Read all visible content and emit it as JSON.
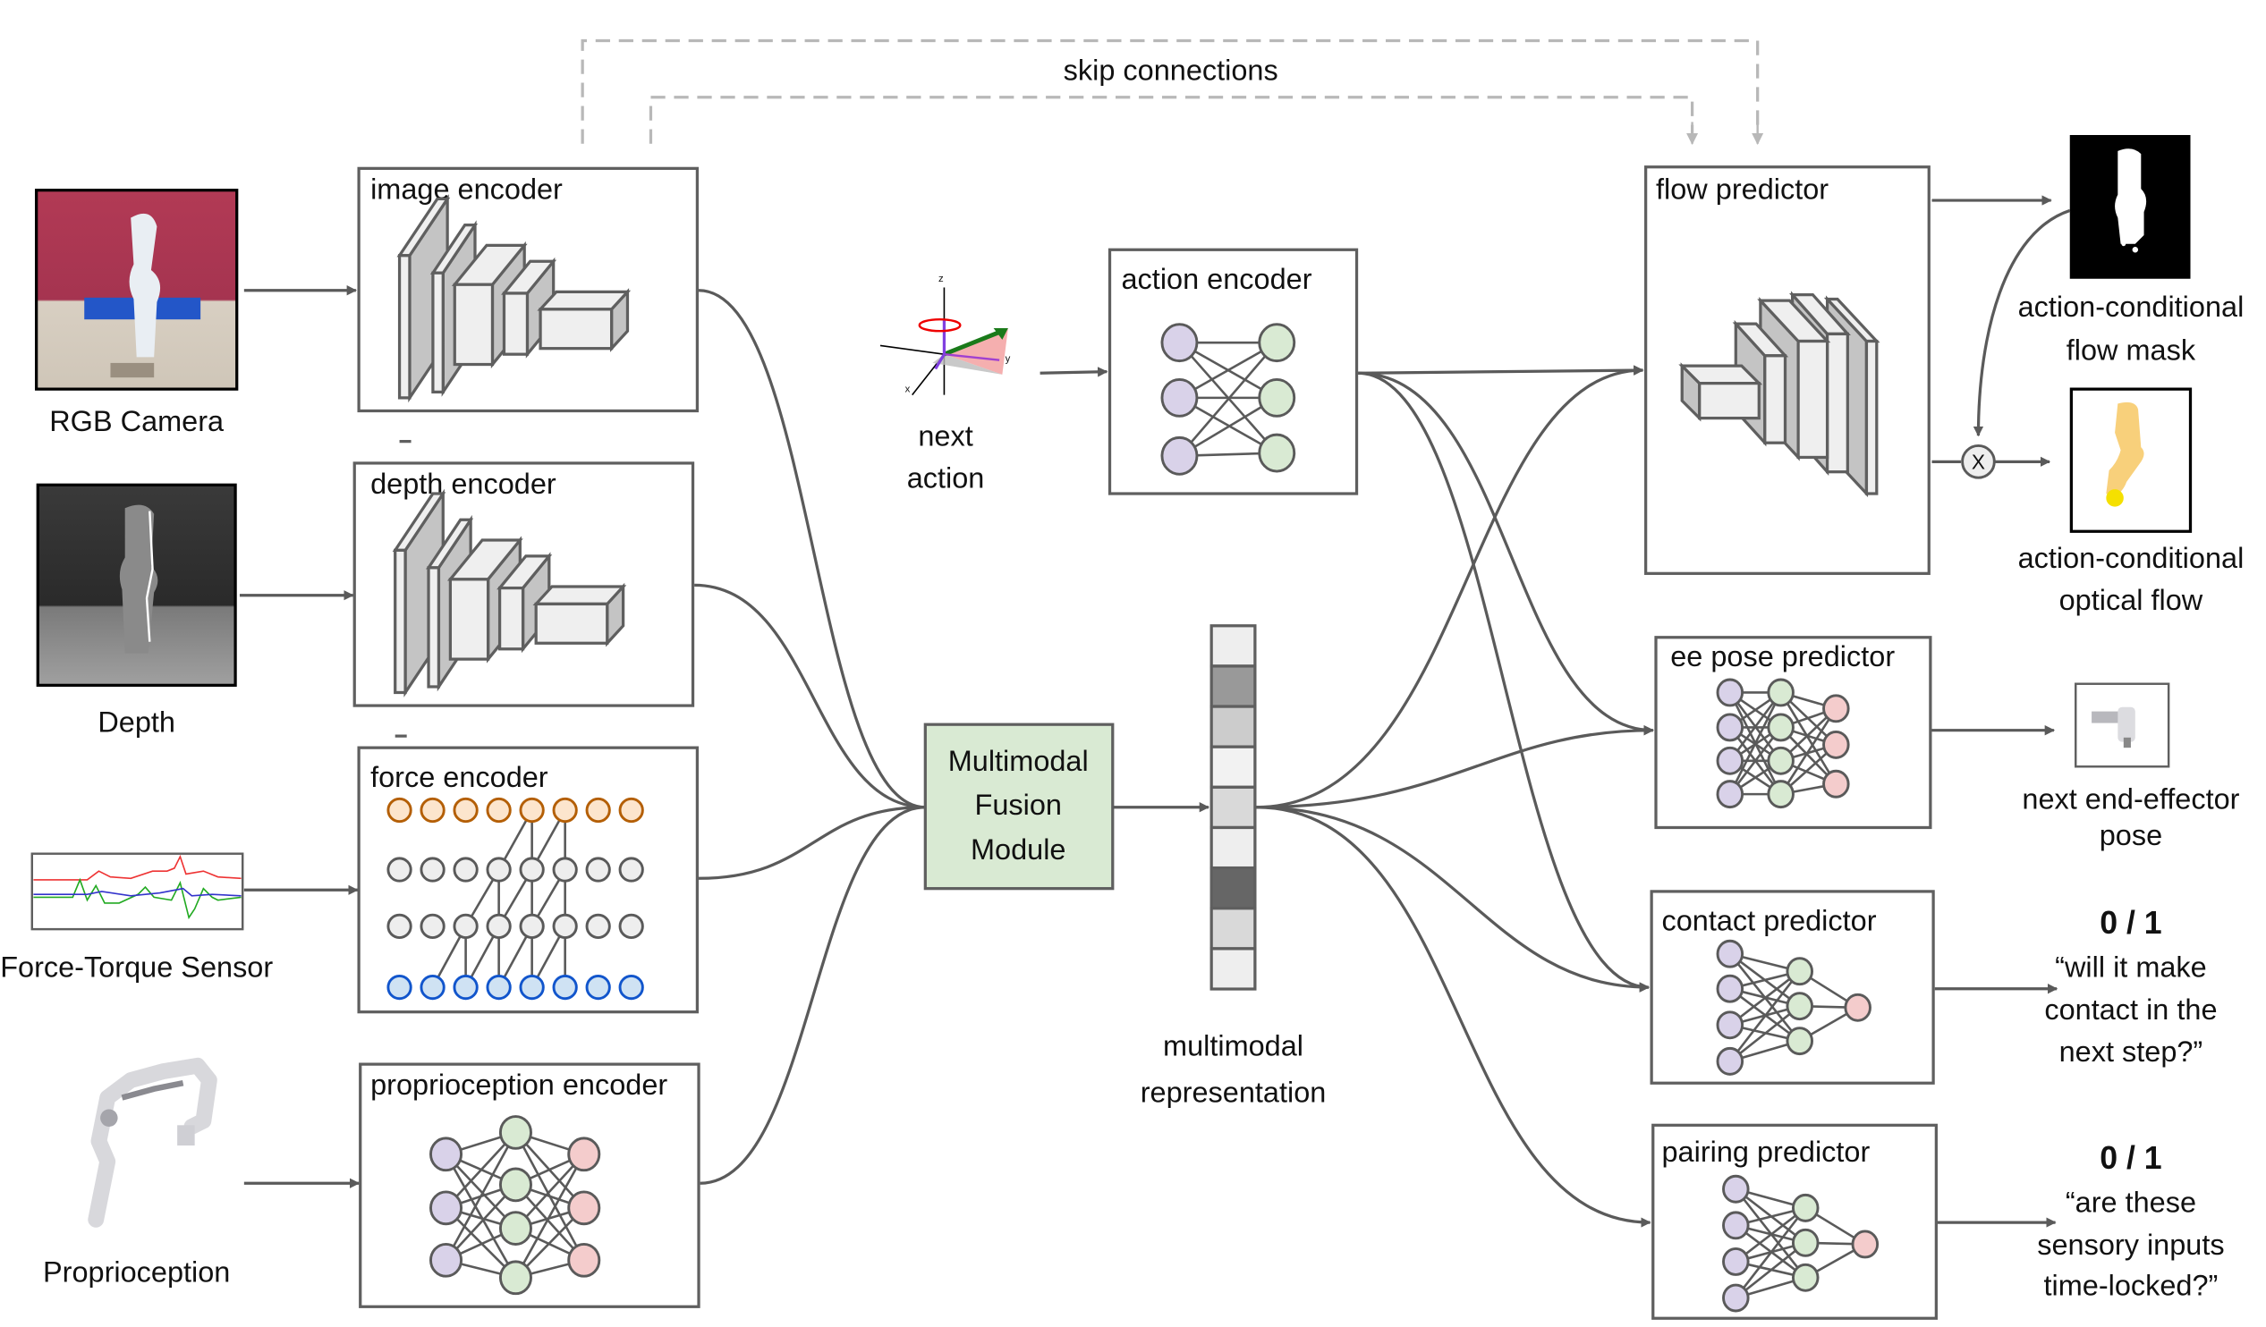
{
  "figure": {
    "skip_label": "skip connections",
    "inputs": [
      {
        "id": "rgb",
        "label": "RGB Camera",
        "icon": "rgb-camera-image"
      },
      {
        "id": "depth",
        "label": "Depth",
        "icon": "depth-image"
      },
      {
        "id": "force",
        "label": "Force-Torque Sensor",
        "icon": "force-torque-plot"
      },
      {
        "id": "proprio",
        "label": "Proprioception",
        "icon": "robot-arm-image"
      }
    ],
    "encoders": [
      {
        "id": "image",
        "label": "image encoder",
        "type": "cnn"
      },
      {
        "id": "depth",
        "label": "depth encoder",
        "type": "cnn"
      },
      {
        "id": "force",
        "label": "force encoder",
        "type": "causal-conv"
      },
      {
        "id": "proprio",
        "label": "proprioception encoder",
        "type": "mlp"
      }
    ],
    "action": {
      "input_label_line1": "next",
      "input_label_line2": "action",
      "icon": "axis-action-icon",
      "encoder_label": "action encoder",
      "axis_labels": {
        "x": "x",
        "y": "y",
        "z": "z"
      }
    },
    "fusion": {
      "line1": "Multimodal",
      "line2": "Fusion",
      "line3": "Module",
      "color": "#d9ead3"
    },
    "representation": {
      "line1": "multimodal",
      "line2": "representation",
      "cells": [
        "#eeeeee",
        "#999999",
        "#cccccc",
        "#f2f2f2",
        "#d9d9d9",
        "#eeeeee",
        "#666666",
        "#d9d9d9",
        "#eeeeee"
      ]
    },
    "predictors": [
      {
        "id": "flow",
        "label": "flow predictor"
      },
      {
        "id": "ee",
        "label": "ee pose predictor"
      },
      {
        "id": "contact",
        "label": "contact predictor"
      },
      {
        "id": "pairing",
        "label": "pairing predictor"
      }
    ],
    "outputs": {
      "flow_mask": {
        "line1": "action-conditional",
        "line2": "flow mask"
      },
      "optical_flow": {
        "line1": "action-conditional",
        "line2": "optical flow"
      },
      "multiply_symbol": "X",
      "ee_pose": {
        "line1": "next end-effector",
        "line2": "pose"
      },
      "contact": {
        "value": "0 / 1",
        "line1": "“will it make",
        "line2": "contact in the",
        "line3": "next step?”"
      },
      "pairing": {
        "value": "0 / 1",
        "line1": "“are these",
        "line2": "sensory inputs",
        "line3": "time-locked?”"
      }
    },
    "colors": {
      "input_node": "#d9d2e9",
      "hidden_node": "#d9ead3",
      "output_node": "#f4cccc",
      "force_top_fill": "#fce5cd",
      "force_top_stroke": "#b45f06",
      "force_mid_fill": "#eeeeee",
      "force_bottom_fill": "#cfe2f3",
      "force_bottom_stroke": "#1155cc"
    }
  }
}
